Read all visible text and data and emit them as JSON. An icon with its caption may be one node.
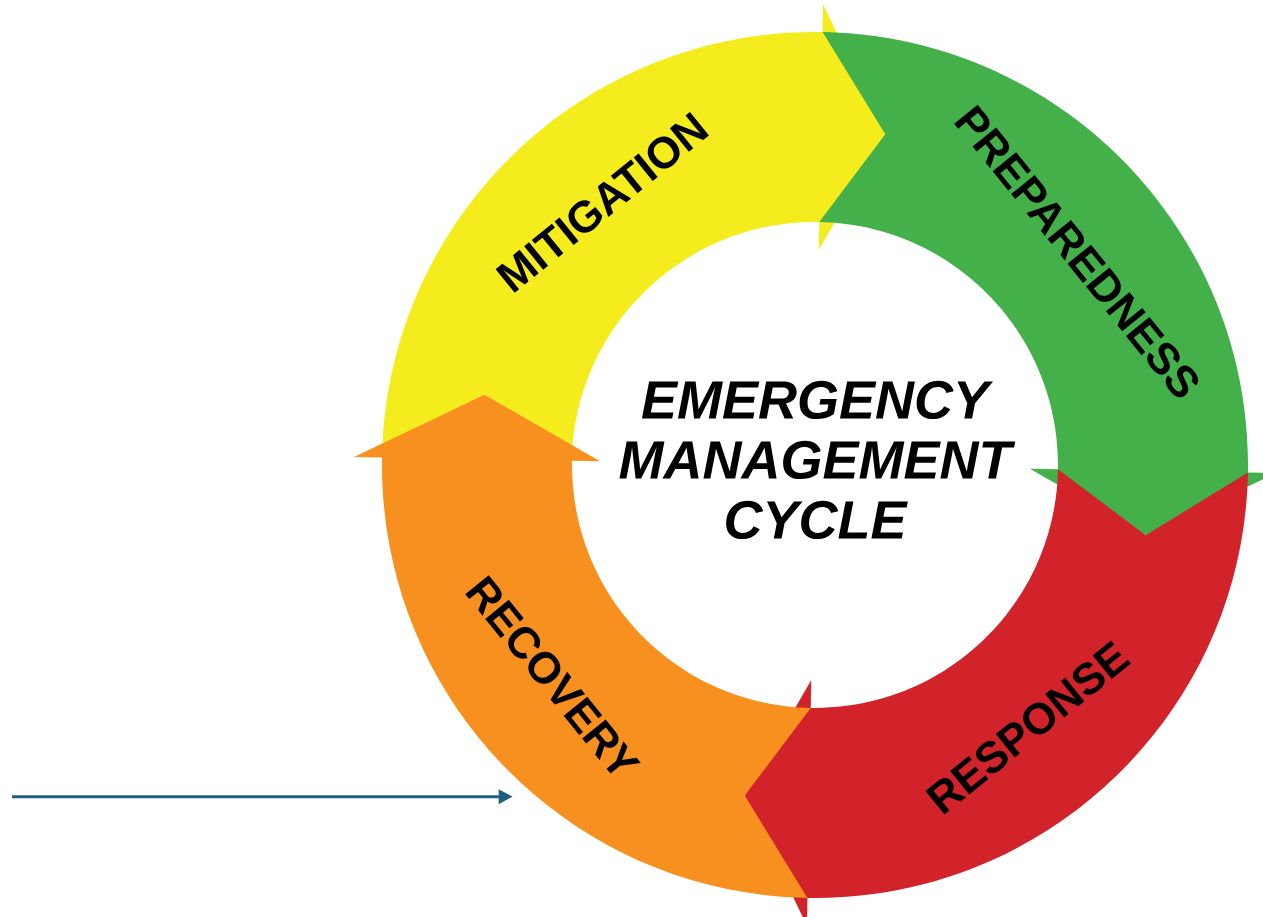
{
  "diagram": {
    "title": "EMERGENCY MANAGEMENT CYCLE",
    "nodes": [
      {
        "text": [
          "MITIGATION"
        ]
      },
      {
        "text": [
          "PREPAREDNESS"
        ]
      },
      {
        "text": [
          "RESPONSE"
        ]
      },
      {
        "text": [
          "RECOVERY"
        ]
      }
    ],
    "edges": [
      {
        "from": null,
        "to": 3,
        "arrow": "to"
      }
    ]
  }
}
